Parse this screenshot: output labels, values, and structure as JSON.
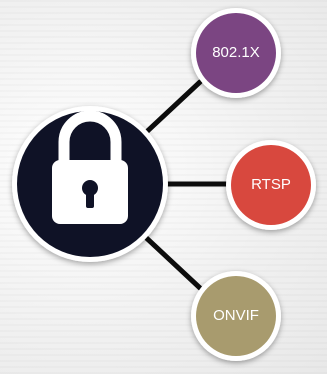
{
  "nodes": [
    {
      "label": "802.1X",
      "color": "#7b4582"
    },
    {
      "label": "RTSP",
      "color": "#d8483e"
    },
    {
      "label": "ONVIF",
      "color": "#a89b6e"
    }
  ],
  "hub": {
    "icon": "padlock-icon",
    "color": "#0f1226"
  },
  "connector_color": "#0c0c0c"
}
